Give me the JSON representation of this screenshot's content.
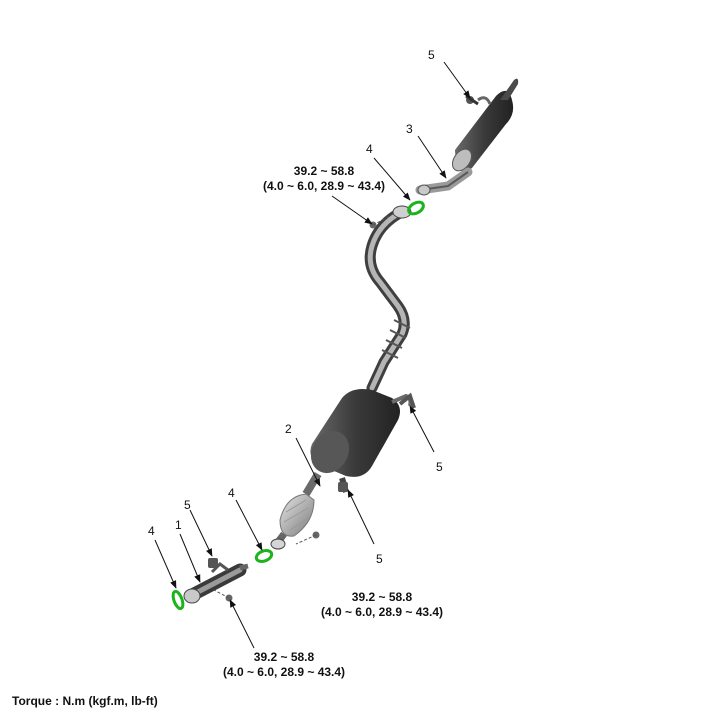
{
  "callouts": {
    "part5_top": "5",
    "part3": "3",
    "part4_top": "4",
    "part2": "2",
    "part5_right": "5",
    "part5_mid": "5",
    "part4_mid": "4",
    "part5_left": "5",
    "part1": "1",
    "part4_left": "4"
  },
  "torques": {
    "upper": {
      "value": "39.2 ~ 58.8",
      "units": "(4.0 ~ 6.0, 28.9 ~ 43.4)"
    },
    "middle": {
      "value": "39.2 ~ 58.8",
      "units": "(4.0 ~ 6.0, 28.9 ~ 43.4)"
    },
    "lower": {
      "value": "39.2 ~ 58.8",
      "units": "(4.0 ~ 6.0, 28.9 ~ 43.4)"
    }
  },
  "footer": {
    "torque_unit_note": "Torque : N.m (kgf.m, lb-ft)"
  },
  "colors": {
    "gasket": "#1db31d",
    "pipe_dark": "#3a3a3a",
    "pipe_mid": "#8a8a8a",
    "pipe_light": "#c9c9c9"
  }
}
